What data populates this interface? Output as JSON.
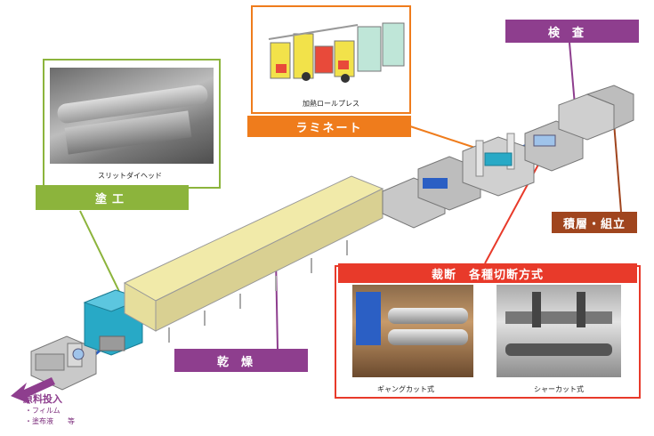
{
  "labels": {
    "coating": "塗工",
    "drying": "乾燥",
    "lamination": "ラミネート",
    "inspection": "検査",
    "stacking": "積層・組立",
    "cutting": "裁断　各種切断方式",
    "raw_input": "原料投入"
  },
  "captions": {
    "slit_die": "スリットダイヘッド",
    "hot_roll": "加熱ロールプレス",
    "gang_cut": "ギャングカット式",
    "shear_cut": "シャーカット式"
  },
  "raw_items": [
    "・フィルム",
    "・塗布液　　等"
  ],
  "colors": {
    "green": "#8cb43c",
    "purple": "#8e3e8e",
    "orange": "#ef7c1c",
    "brown": "#a0451e",
    "red": "#e83a2a",
    "cyan": "#28a9c6",
    "dryer": "#f1eaa9"
  }
}
